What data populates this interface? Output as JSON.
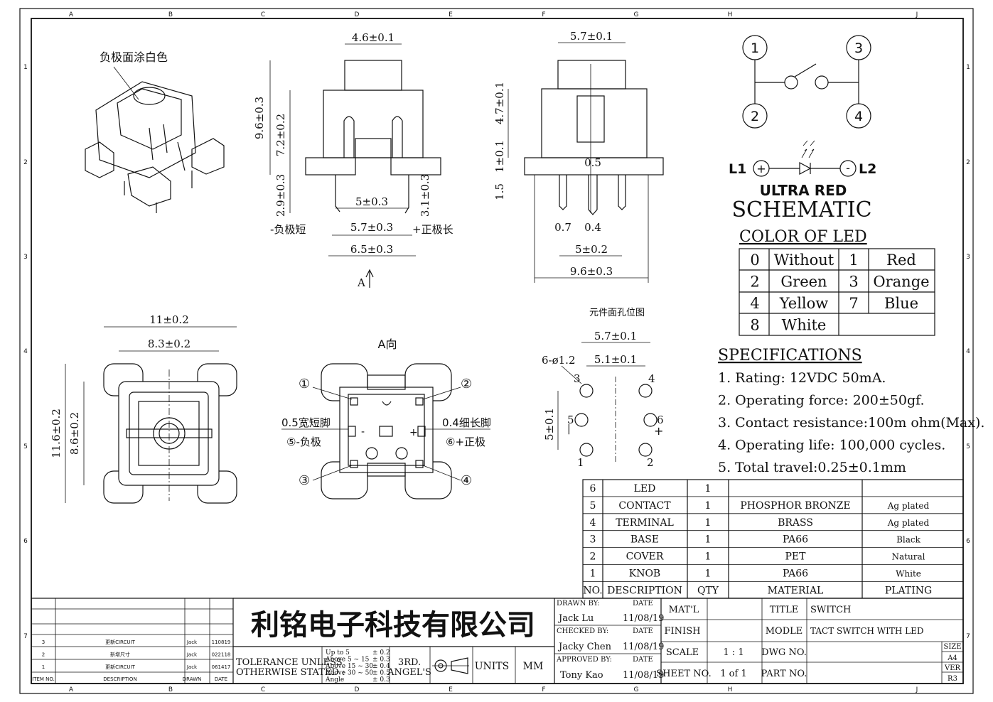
{
  "frame": {
    "cols": [
      "A",
      "B",
      "C",
      "D",
      "E",
      "F",
      "G",
      "H",
      "J"
    ],
    "rows": [
      "1",
      "2",
      "3",
      "4",
      "5",
      "6",
      "7"
    ]
  },
  "notes": {
    "neg_paint": "负极面涂白色",
    "neg_short": "-负极短",
    "pos_long": "+正极长",
    "view_a_arrow": "A",
    "view_a": "A向",
    "short_pin": "0.5宽短脚",
    "long_pin": "0.4细长脚",
    "pin5": "⑤-负极",
    "pin6": "⑥+正极",
    "hole_layout": "元件面孔位图",
    "c1": "①",
    "c2": "②",
    "c3": "③",
    "c4": "④"
  },
  "dims": {
    "d_46": "4.6±0.1",
    "d_96": "9.6±0.3",
    "d_72": "7.2±0.2",
    "d_29": "2.9±0.3",
    "d_5": "5±0.3",
    "d_31": "3.1±0.3",
    "d_57": "5.7±0.3",
    "d_65": "6.5±0.3",
    "s_57": "5.7±0.1",
    "s_47": "4.7±0.1",
    "s_1": "1±0.1",
    "s_15": "1.5",
    "s_05": "0.5",
    "s_07": "0.7",
    "s_04": "0.4",
    "s_5": "5±0.2",
    "s_96": "9.6±0.3",
    "t_11": "11±0.2",
    "t_83": "8.3±0.2",
    "t_116": "11.6±0.2",
    "t_86": "8.6±0.2",
    "h_57": "5.7±0.1",
    "h_51": "5.1±0.1",
    "h_6phi": "6-ø1.2",
    "h_5": "5±0.1",
    "h_p1": "1",
    "h_p2": "2",
    "h_p3": "3",
    "h_p4": "4",
    "h_p5": "5",
    "h_p6": "6"
  },
  "schematic": {
    "pins": [
      "1",
      "3",
      "2",
      "4"
    ],
    "l1": "L1",
    "l2": "L2",
    "led_label": "ULTRA  RED",
    "title": "SCHEMATIC"
  },
  "led_colors": {
    "title": "COLOR OF LED",
    "rows": [
      [
        "0",
        "Without",
        "1",
        "Red"
      ],
      [
        "2",
        "Green",
        "3",
        "Orange"
      ],
      [
        "4",
        "Yellow",
        "7",
        "Blue"
      ],
      [
        "8",
        "White",
        "",
        ""
      ]
    ]
  },
  "specs": {
    "title": "SPECIFICATIONS",
    "items": [
      "1. Rating: 12VDC 50mA.",
      "2. Operating force: 200±50gf.",
      "3. Contact resistance:100m ohm(Max).",
      "4. Operating life: 100,000 cycles.",
      "5. Total travel:0.25±0.1mm"
    ]
  },
  "bom": {
    "rows": [
      [
        "6",
        "LED",
        "1",
        "",
        ""
      ],
      [
        "5",
        "CONTACT",
        "1",
        "PHOSPHOR BRONZE",
        "Ag plated"
      ],
      [
        "4",
        "TERMINAL",
        "1",
        "BRASS",
        "Ag plated"
      ],
      [
        "3",
        "BASE",
        "1",
        "PA66",
        "Black"
      ],
      [
        "2",
        "COVER",
        "1",
        "PET",
        "Natural"
      ],
      [
        "1",
        "KNOB",
        "1",
        "PA66",
        "White"
      ]
    ],
    "header": [
      "NO.",
      "DESCRIPTION",
      "QTY",
      "MATERIAL",
      "PLATING"
    ]
  },
  "revisions": {
    "rows": [
      [
        "3",
        "更新CIRCUIT",
        "Jack",
        "110819"
      ],
      [
        "2",
        "新增尺寸",
        "Jack",
        "022118"
      ],
      [
        "1",
        "更新CIRCUIT",
        "Jack",
        "061417"
      ]
    ],
    "header": [
      "ITEM NO.",
      "DESCRIPTION",
      "DRAWN",
      "DATE"
    ]
  },
  "title_block": {
    "company": "利铭电子科技有限公司",
    "tolerance_label": "TOLERANCE UNLESS\nOTHERWISE STATED :",
    "tol_rows": [
      [
        "Up to 5",
        "± 0.2"
      ],
      [
        "Above 5  ~ 15",
        "± 0.3"
      ],
      [
        "Above 15 ~ 30",
        "± 0.4"
      ],
      [
        "Above 30 ~ 50",
        "± 0.5"
      ],
      [
        "Angle",
        "± 0.3"
      ]
    ],
    "angle": "3RD.\nANGEL'S",
    "units_label": "UNITS",
    "units": "MM",
    "drawn_by": "DRAWN BY:",
    "drawn_name": "Jack Lu",
    "checked_by": "CHECKED BY:",
    "checked_name": "Jacky Chen",
    "approved_by": "APPROVED BY:",
    "approved_name": "Tony Kao",
    "date_label": "DATE",
    "date": "11/08/19",
    "matl": "MAT'L",
    "finish": "FINISH",
    "scale": "SCALE",
    "scale_val": "1 : 1",
    "sheet": "SHEET NO.",
    "sheet_val": "1 of 1",
    "title_label": "TITLE",
    "title_val": "SWITCH",
    "model_label": "MODLE",
    "model_val": "TACT  SWITCH  WITH  LED",
    "dwg": "DWG NO.",
    "part": "PART NO.",
    "size": "SIZE",
    "size_val": "A4",
    "ver": "VER",
    "ver_val": "R3"
  }
}
